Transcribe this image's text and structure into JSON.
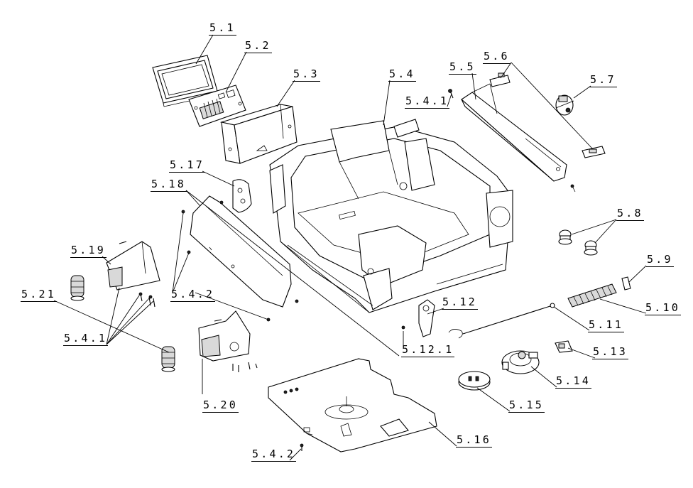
{
  "diagram": {
    "labels": {
      "p5_1": "5.1",
      "p5_2": "5.2",
      "p5_3": "5.3",
      "p5_4": "5.4",
      "p5_4_1_top": "5.4.1",
      "p5_5": "5.5",
      "p5_6": "5.6",
      "p5_7": "5.7",
      "p5_8": "5.8",
      "p5_9": "5.9",
      "p5_10": "5.10",
      "p5_11": "5.11",
      "p5_12": "5.12",
      "p5_12_1": "5.12.1",
      "p5_13": "5.13",
      "p5_14": "5.14",
      "p5_15": "5.15",
      "p5_16": "5.16",
      "p5_17": "5.17",
      "p5_18": "5.18",
      "p5_19": "5.19",
      "p5_20": "5.20",
      "p5_21": "5.21",
      "p5_4_1_left": "5.4.1",
      "p5_4_2_mid": "5.4.2",
      "p5_4_2_bottom": "5.4.2"
    },
    "colors": {
      "line": "#000000",
      "background": "#ffffff",
      "shade": "#d9d9d9"
    }
  }
}
